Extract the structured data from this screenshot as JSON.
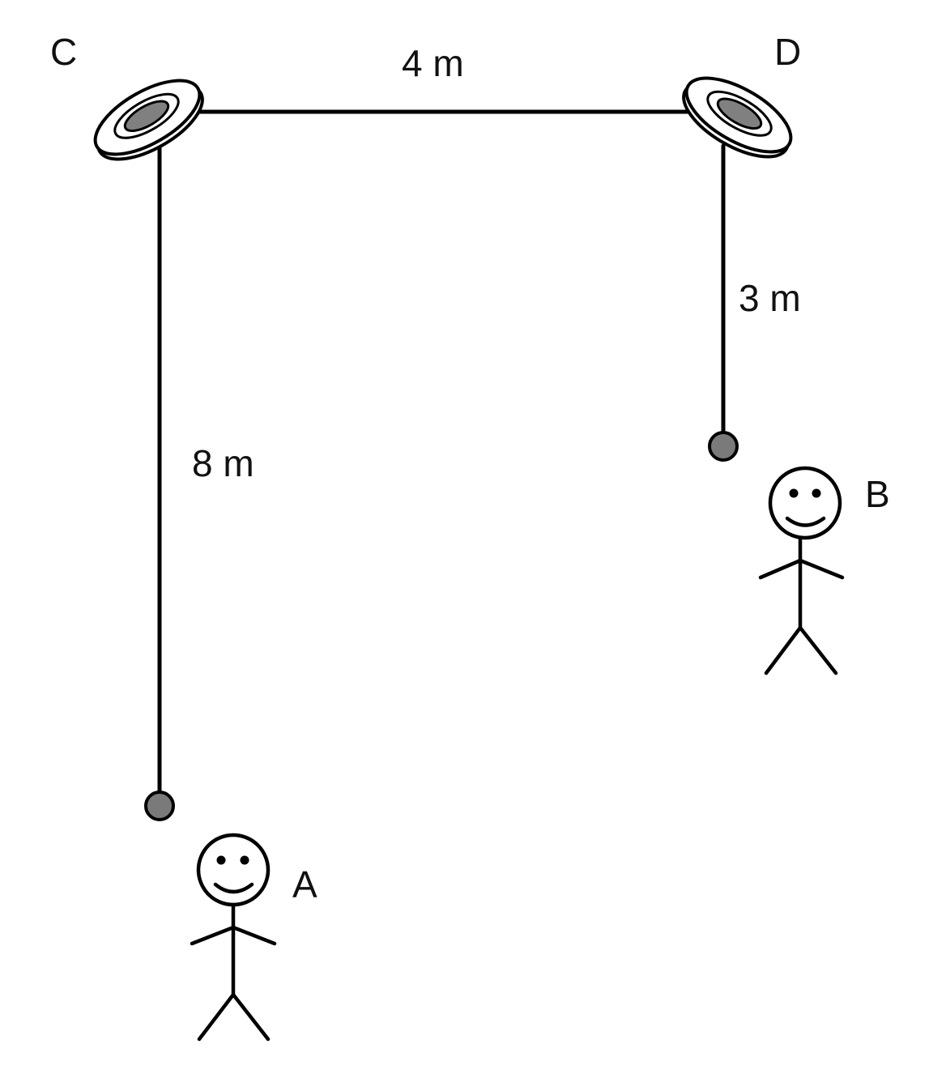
{
  "labels": {
    "point_c": "C",
    "point_d": "D",
    "person_a": "A",
    "person_b": "B",
    "distance_cd": "4 m",
    "distance_d_down": "3 m",
    "distance_c_down": "8 m"
  },
  "colors": {
    "line": "#000000",
    "pulley_hole": "#808080",
    "weight": "#7a7a7a",
    "background": "#ffffff"
  },
  "icons": {
    "pulley": "pulley-icon",
    "weight": "weight-ball",
    "person": "stick-figure-person"
  }
}
